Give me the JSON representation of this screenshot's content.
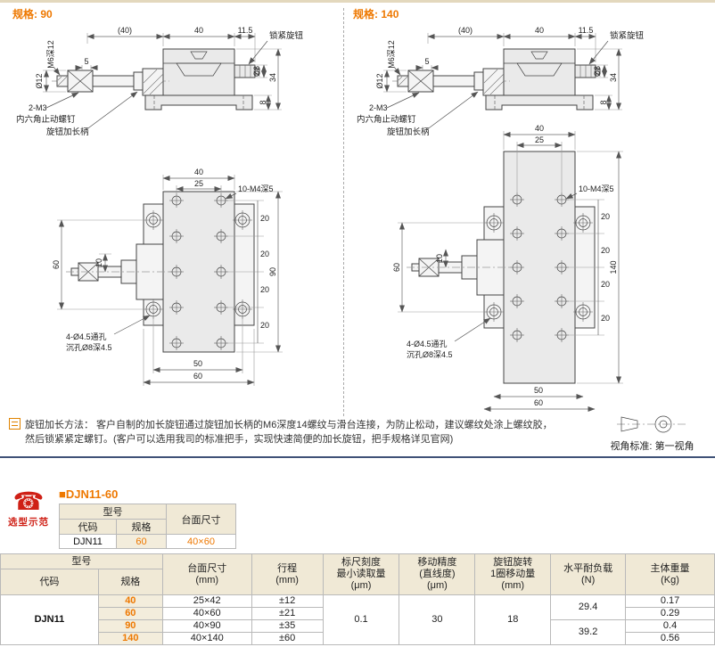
{
  "colors": {
    "accent_orange": "#ee7800",
    "badge_red": "#cf2016",
    "divider_blue": "#3f5277",
    "table_header_beige": "#f0e9d6",
    "spec_cell_beige": "#f3eddc"
  },
  "icons": {
    "phone_glyph": "☎"
  },
  "drawings": {
    "panel_left": {
      "spec_label": "规格:",
      "spec_value": "90"
    },
    "panel_right": {
      "spec_label": "规格:",
      "spec_value": "140"
    },
    "side_view": {
      "dim_assembly": "(40)",
      "dim_body_width": "40",
      "dim_knob_len": "11.5",
      "lock_knob_label": "锁紧旋钮",
      "thread_label": "M6深12",
      "dim_small": "5",
      "dia_shaft": "Ø12",
      "dia_knob": "Ø8",
      "dim_height": "34",
      "dim_base_height": "8",
      "set_screw_qty": "2-M3",
      "set_screw_label": "内六角止动螺钉",
      "handle_label": "旋钮加长柄"
    },
    "top_view_left": {
      "dim_width": "40",
      "dim_hole_cols": "25",
      "holes_label": "10-M4深5",
      "dim_gap": "20",
      "dim_length": "90",
      "dim_offset": "10",
      "dim_ear_span": "60",
      "hole_note1": "4-Ø4.5通孔",
      "hole_note2": "沉孔Ø8深4.5",
      "dim_hole_span": "50",
      "dim_base_width": "60"
    },
    "top_view_right": {
      "dim_width": "40",
      "dim_hole_cols": "25",
      "holes_label": "10-M4深5",
      "dim_gap": "20",
      "dim_length": "140",
      "dim_offset": "10",
      "dim_ear_span": "60",
      "hole_note1": "4-Ø4.5通孔",
      "hole_note2": "沉孔Ø8深4.5",
      "dim_hole_span": "50",
      "dim_base_width": "60"
    }
  },
  "note": {
    "line1": "旋钮加长方法： 客户自制的加长旋钮通过旋钮加长柄的M6深度14螺纹与滑台连接，为防止松动，建议螺纹处涂上螺纹胶，",
    "line2": "然后锁紧紧定螺钉。(客户可以选用我司的标准把手，实现快速简便的加长旋钮，把手规格详见官网)"
  },
  "view_standard": {
    "label": "视角标准:",
    "value": "第一视角"
  },
  "selection": {
    "badge_label": "选型示范",
    "title": "■DJN11-60",
    "table": {
      "header_model": "型号",
      "header_size": "台面尺寸",
      "header_code": "代码",
      "header_spec": "规格",
      "code": "DJN11",
      "spec": "60",
      "size": "40×60"
    }
  },
  "spec_table": {
    "header": {
      "model": "型号",
      "code": "代码",
      "spec": "规格",
      "size": "台面尺寸\n(mm)",
      "travel": "行程\n(mm)",
      "scale": "标尺刻度\n最小读取量\n(μm)",
      "accuracy": "移动精度\n(直线度)\n(μm)",
      "knob_travel": "旋钮旋转\n1圈移动量\n(mm)",
      "load": "水平耐负载\n(N)",
      "weight": "主体重量\n(Kg)"
    },
    "code_value": "DJN11",
    "shared": {
      "scale": "0.1",
      "accuracy": "30",
      "knob_travel": "18"
    },
    "load_values": [
      "29.4",
      "39.2"
    ],
    "rows": [
      {
        "spec": "40",
        "size": "25×42",
        "travel": "±12",
        "weight": "0.17"
      },
      {
        "spec": "60",
        "size": "40×60",
        "travel": "±21",
        "weight": "0.29"
      },
      {
        "spec": "90",
        "size": "40×90",
        "travel": "±35",
        "weight": "0.4"
      },
      {
        "spec": "140",
        "size": "40×140",
        "travel": "±60",
        "weight": "0.56"
      }
    ]
  }
}
